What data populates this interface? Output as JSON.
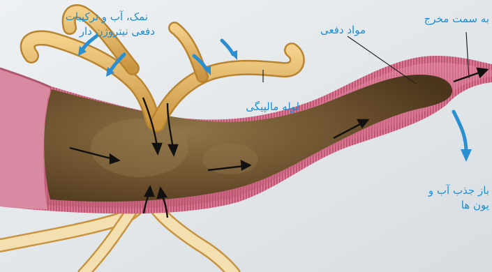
{
  "labels": {
    "salts_line1": "نمک، آب و ترکیبات",
    "salts_line2": "دفعی نیتروژن دار",
    "excreta": "مواد دفعی",
    "toward_exit": "به سمت مخرج",
    "malpighian": "لوله مالپیگی",
    "reabsorb_line1": "باز جذب آب و",
    "reabsorb_line2": "یون ها"
  },
  "colors": {
    "label_text": "#1a8fd6",
    "blue_arrow": "#2a8fd0",
    "tubule": "#e0b25c",
    "gut_content": "#6e5330",
    "gut_wall": "#d4708c",
    "background": "#e4e9ec"
  },
  "icons": [
    "blue-arrow-icon",
    "black-arrow-icon"
  ]
}
